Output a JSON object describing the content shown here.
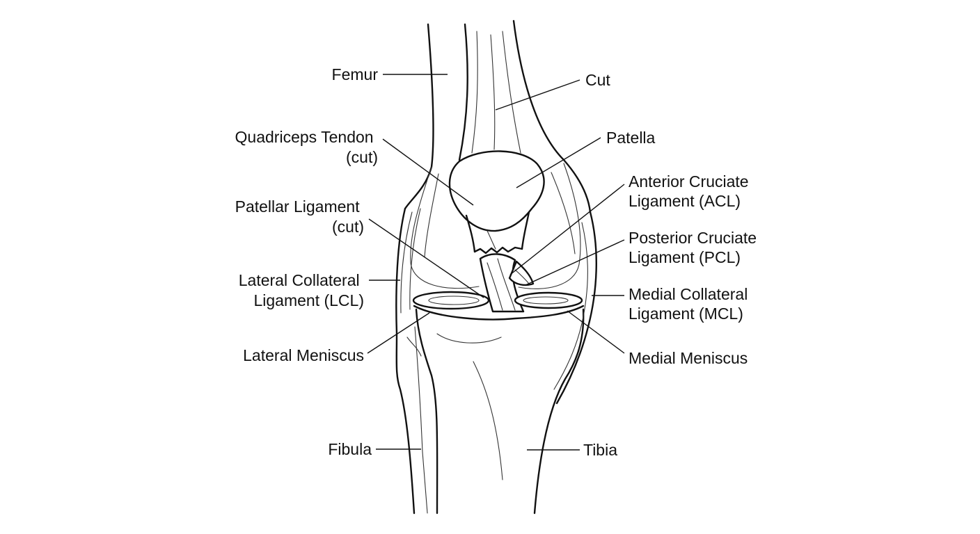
{
  "colors": {
    "line": "#111111",
    "background": "#ffffff"
  },
  "labels": {
    "femur": "Femur",
    "cut": "Cut",
    "quadriceps_tendon": [
      "Quadriceps Tendon",
      "(cut)"
    ],
    "patella": "Patella",
    "acl": [
      "Anterior Cruciate",
      "Ligament (ACL)"
    ],
    "patellar_ligament": [
      "Patellar Ligament",
      "(cut)"
    ],
    "pcl": [
      "Posterior Cruciate",
      "Ligament (PCL)"
    ],
    "lcl": [
      "Lateral Collateral",
      "Ligament (LCL)"
    ],
    "mcl": [
      "Medial Collateral",
      "Ligament (MCL)"
    ],
    "lateral_meniscus": "Lateral Meniscus",
    "medial_meniscus": "Medial Meniscus",
    "fibula": "Fibula",
    "tibia": "Tibia"
  }
}
